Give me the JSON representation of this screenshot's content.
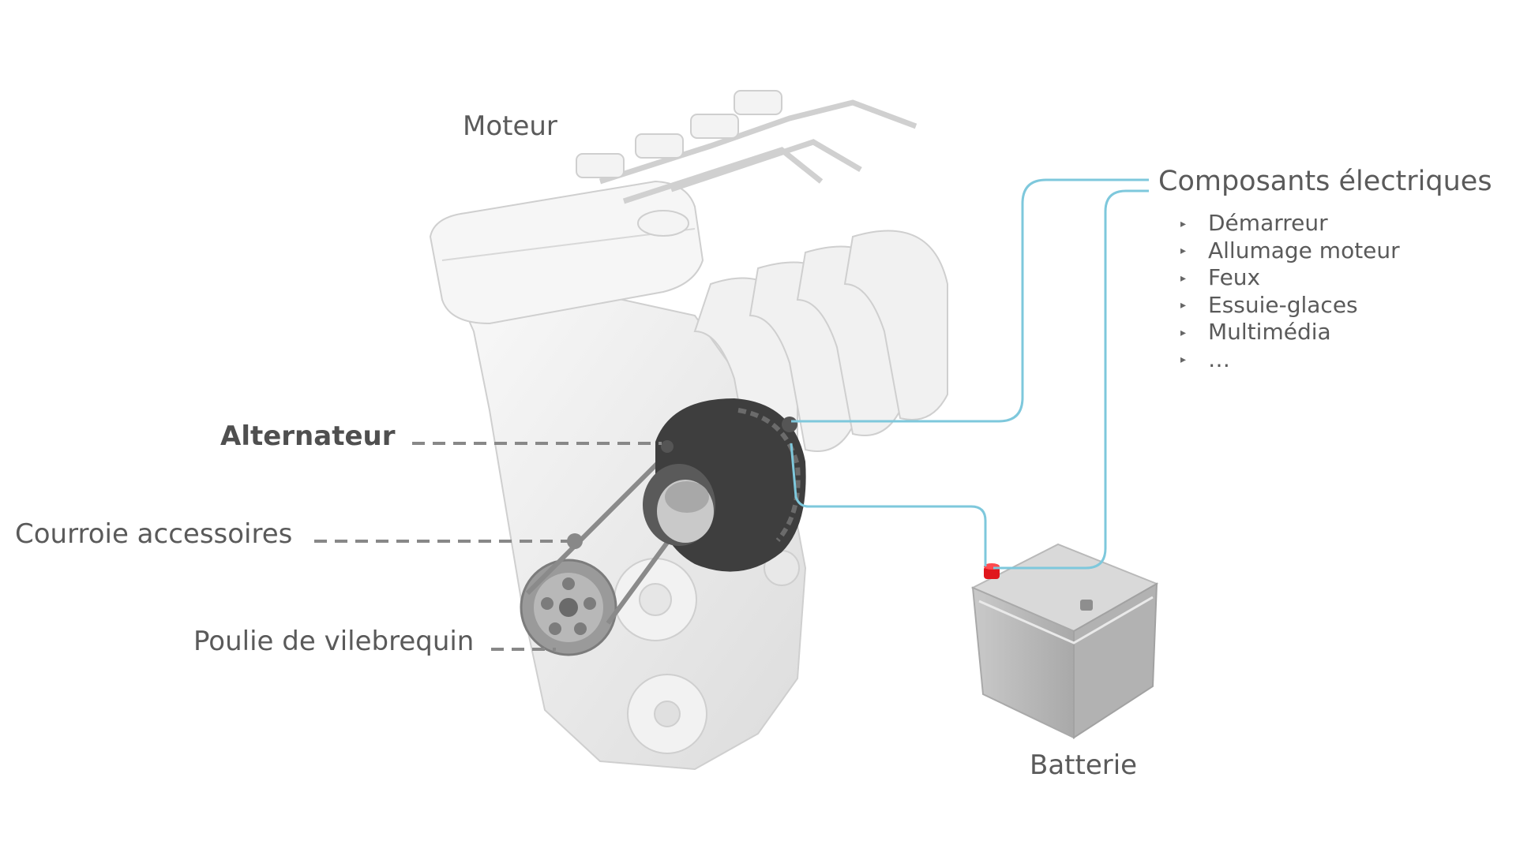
{
  "labels": {
    "engine": "Moteur",
    "alternator": "Alternateur",
    "belt": "Courroie accessoires",
    "pulley": "Poulie de vilebrequin",
    "battery": "Batterie"
  },
  "electrical_components": {
    "title": "Composants électriques",
    "items": [
      "Démarreur",
      "Allumage moteur",
      "Feux",
      "Essuie-glaces",
      "Multimédia",
      "…"
    ]
  },
  "colors": {
    "leader_dashed": "#888888",
    "wire": "#7ec8dc",
    "terminal_positive": "#e0161c",
    "engine_body": "#efefef",
    "alternator": "#3e3e3e",
    "battery": "#bdbdbd"
  },
  "icons": {
    "list_bullet": "triangle-right-icon"
  }
}
